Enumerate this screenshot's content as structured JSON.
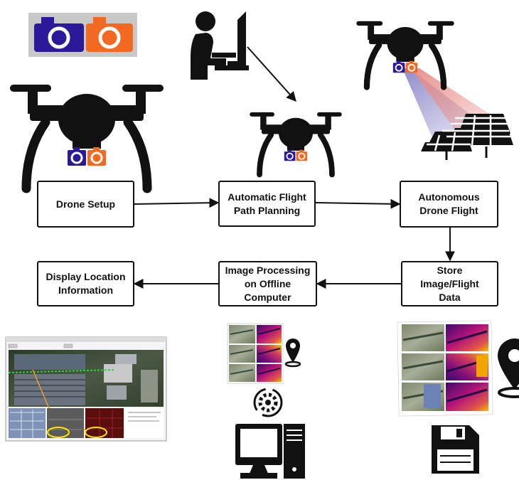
{
  "steps": {
    "setup": "Drone Setup",
    "planning": "Automatic Flight\nPath Planning",
    "flight": "Autonomous\nDrone Flight",
    "store": "Store\nImage/Flight\nData",
    "processing": "Image Processing\non Offline\nComputer",
    "display": "Display Location\nInformation"
  },
  "colors": {
    "camera_rgb": "#2a1a9a",
    "camera_thermal": "#f26a21",
    "thermal_hot": "#f2c200",
    "thermal_mid": "#b2127a",
    "thermal_cool": "#3b0b6b",
    "ir_beam": "#e88c86",
    "rgb_beam": "#8a86c8",
    "highlight_circle": "#ffe600",
    "track_line": "#f29a2e"
  },
  "icons": [
    "camera-pair-icon",
    "drone-icon",
    "operator-at-computer-icon",
    "solar-panel-array-icon",
    "location-pin-icon",
    "processing-gear-icon",
    "desktop-computer-icon",
    "floppy-disk-icon"
  ]
}
